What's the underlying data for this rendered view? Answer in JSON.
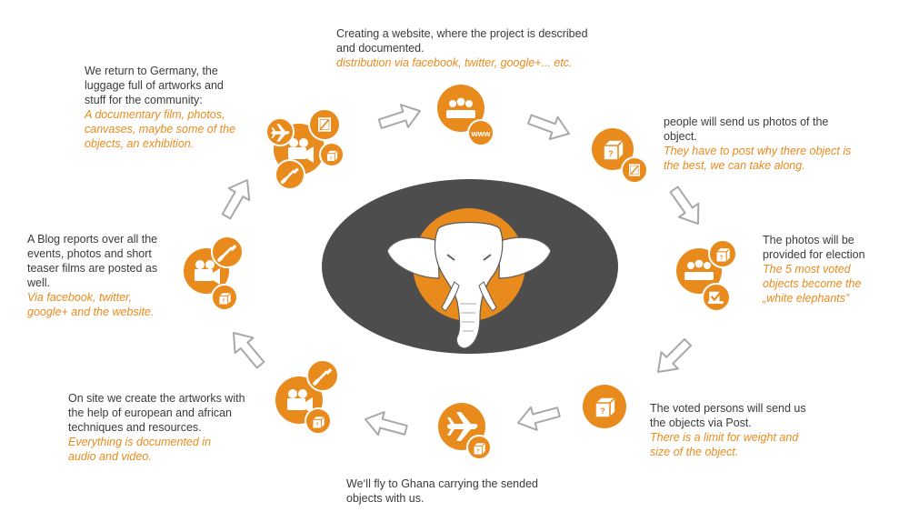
{
  "accent_color": "#e98a1c",
  "center_ellipse_color": "#4d4d4d",
  "center": {
    "icon": "elephant-head-icon"
  },
  "steps": [
    {
      "id": "website",
      "text": "Creating a website, where the project is described and documented.",
      "note": "distribution via facebook, twitter, google+... etc.",
      "icons": [
        "people-group-icon",
        "www-icon"
      ],
      "www_label": "www"
    },
    {
      "id": "photos",
      "text": "people will send us photos of the object.",
      "note": "They have to post why there object is the best, we can take along.",
      "icons": [
        "mystery-box-icon",
        "photo-icon"
      ],
      "box_mark": "?"
    },
    {
      "id": "election",
      "text": "The photos will be provided for election",
      "note": "The 5 most voted objects become the „white elephants”",
      "icons": [
        "people-group-icon",
        "mystery-box-icon",
        "ballot-check-icon"
      ],
      "box_mark": "?"
    },
    {
      "id": "post",
      "text": "The voted persons will send us the objects via Post.",
      "note": "There is a limit for weight and size of the object.",
      "icons": [
        "mystery-box-icon"
      ],
      "box_mark": "?"
    },
    {
      "id": "fly",
      "text": "We‘ll fly to Ghana carrying the sended objects with us.",
      "note": "",
      "icons": [
        "airplane-icon",
        "mystery-box-icon"
      ],
      "box_mark": "?"
    },
    {
      "id": "onsite",
      "text": "On site we create the artworks with the help of european and african techniques and resources.",
      "note": "Everything is documented in audio and video.",
      "icons": [
        "video-camera-icon",
        "paintbrush-icon",
        "mystery-box-icon"
      ],
      "box_mark": "?"
    },
    {
      "id": "blog",
      "text": "A Blog reports over all the events, photos and short teaser films are posted as well.",
      "note": "Via facebook, twitter, google+ and the website.",
      "icons": [
        "video-camera-icon",
        "paintbrush-icon",
        "mystery-box-icon"
      ],
      "box_mark": "?"
    },
    {
      "id": "return",
      "text": "We return to Germany, the luggage full of artworks and stuff for the community:",
      "note": "A documentary film, photos, canvases, maybe some of the objects, an exhibition.",
      "icons": [
        "airplane-icon",
        "photo-icon",
        "video-camera-icon",
        "mystery-box-icon",
        "paintbrush-icon"
      ],
      "box_mark": "?"
    }
  ]
}
